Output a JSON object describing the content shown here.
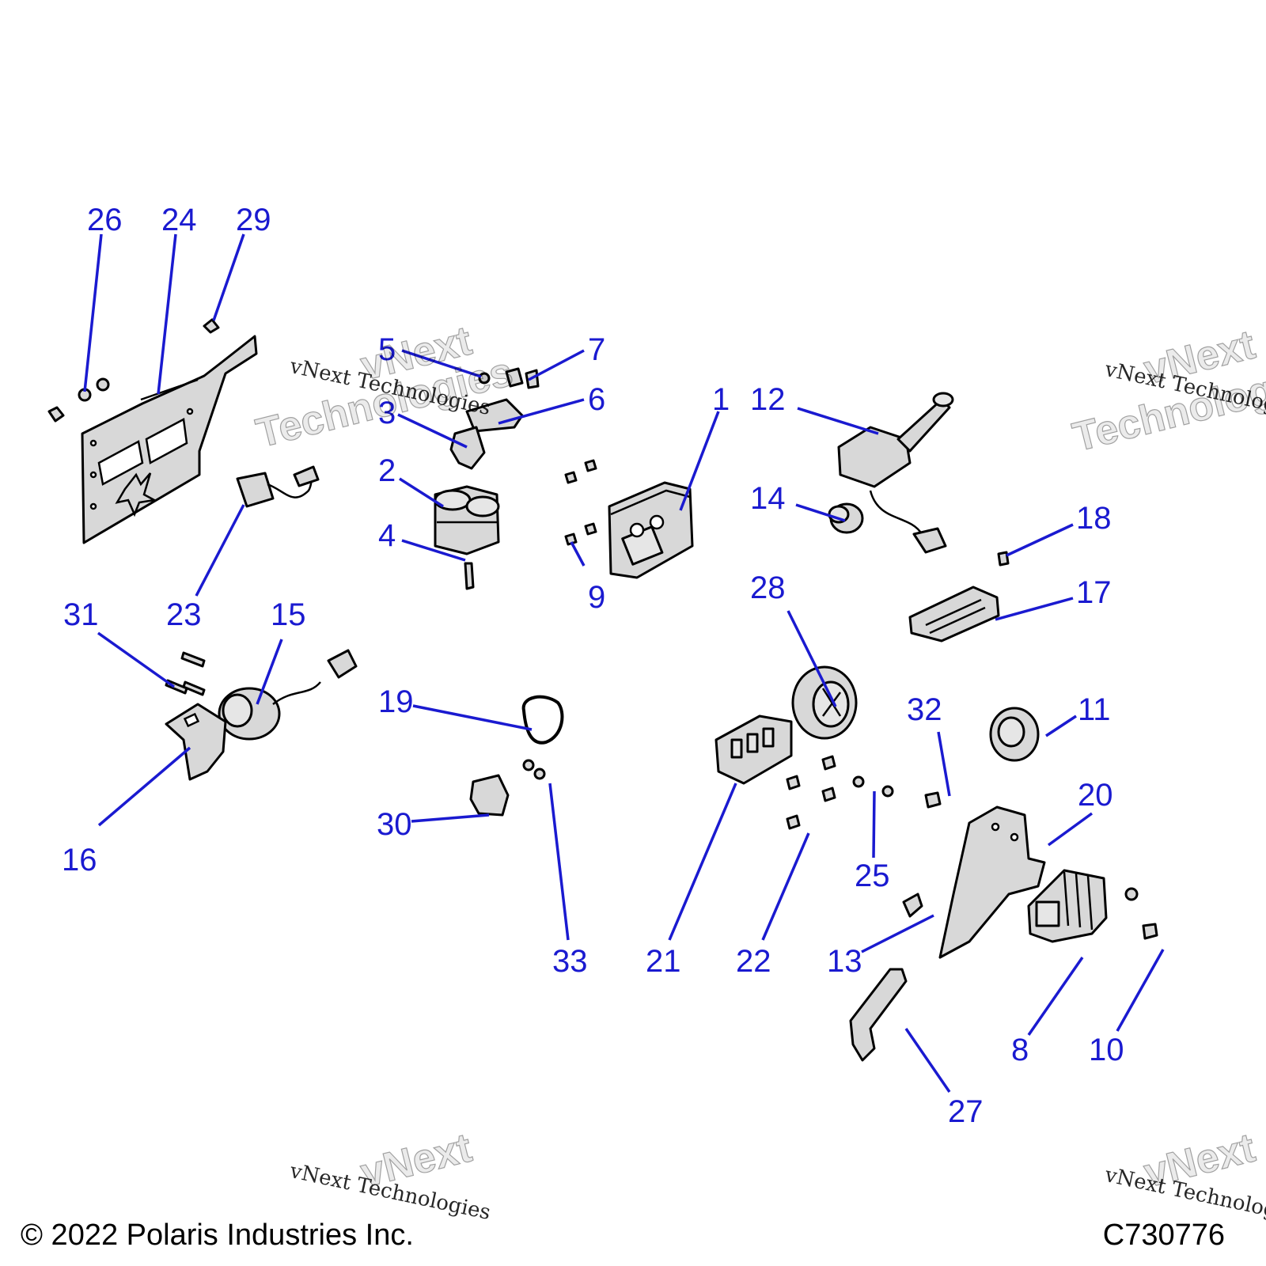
{
  "watermark": {
    "small": "vNext Technologies",
    "large_top": "vNext",
    "large_bottom": "Technologies"
  },
  "footer": {
    "copyright": "© 2022 Polaris Industries Inc.",
    "drawing_id": "C730776"
  },
  "callouts": {
    "c1": "1",
    "c2": "2",
    "c3": "3",
    "c4": "4",
    "c5": "5",
    "c6": "6",
    "c7": "7",
    "c8": "8",
    "c9": "9",
    "c10": "10",
    "c11": "11",
    "c12": "12",
    "c13": "13",
    "c14": "14",
    "c15": "15",
    "c16": "16",
    "c17": "17",
    "c18": "18",
    "c19": "19",
    "c20": "20",
    "c21": "21",
    "c22": "22",
    "c23": "23",
    "c24": "24",
    "c25": "25",
    "c26": "26",
    "c27": "27",
    "c28": "28",
    "c29": "29",
    "c30": "30",
    "c31": "31",
    "c32": "32",
    "c33": "33"
  },
  "colors": {
    "callout": "#1a1ad0",
    "part_fill": "#d8d8d8",
    "outline": "#000000"
  }
}
